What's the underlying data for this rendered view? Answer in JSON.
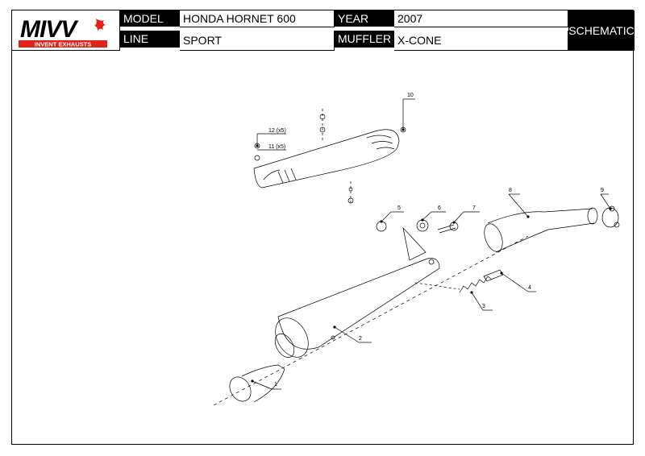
{
  "brand": {
    "logo_text": "MIVV",
    "tagline": "INVENT EXHAUSTS",
    "accent": "#e2231a"
  },
  "header": {
    "model_label": "MODEL",
    "model_value": "HONDA HORNET 600",
    "year_label": "YEAR",
    "year_value": "2007",
    "line_label": "LINE",
    "line_value": "SPORT",
    "muffler_label": "MUFFLER",
    "muffler_value": "X-CONE",
    "schematic_label": "SCHEMATIC"
  },
  "callouts": {
    "c1": "1",
    "c2": "2",
    "c3": "3",
    "c4": "4",
    "c5": "5",
    "c6": "6",
    "c7": "7",
    "c8": "8",
    "c9": "9",
    "c10": "10",
    "c11": "11 (x5)",
    "c12": "12 (x5)"
  }
}
